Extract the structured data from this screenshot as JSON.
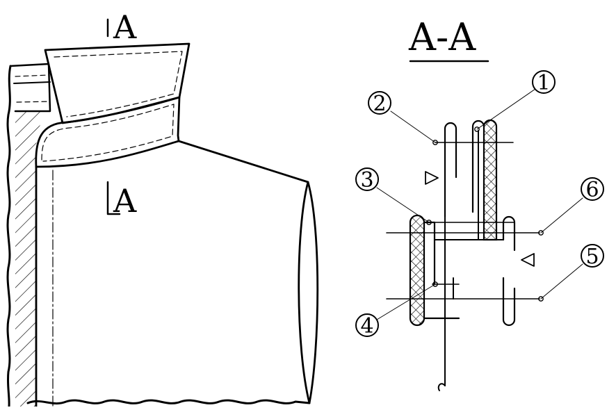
{
  "section": {
    "title": "A-A",
    "marker_top": "A",
    "marker_bottom": "A"
  },
  "callouts": [
    {
      "id": "1",
      "label": "1"
    },
    {
      "id": "2",
      "label": "2"
    },
    {
      "id": "3",
      "label": "3"
    },
    {
      "id": "4",
      "label": "4"
    },
    {
      "id": "5",
      "label": "5"
    },
    {
      "id": "6",
      "label": "6"
    }
  ],
  "colors": {
    "ink": "#000000",
    "paper": "#ffffff"
  }
}
